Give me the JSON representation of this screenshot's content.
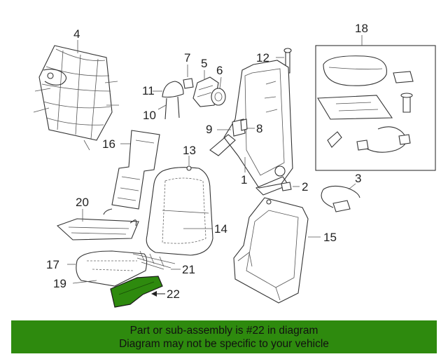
{
  "callouts": {
    "c1": "1",
    "c2": "2",
    "c3": "3",
    "c4": "4",
    "c5": "5",
    "c6": "6",
    "c7": "7",
    "c8": "8",
    "c9": "9",
    "c10": "10",
    "c11": "11",
    "c12": "12",
    "c13": "13",
    "c14": "14",
    "c15": "15",
    "c16": "16",
    "c17": "17",
    "c18": "18",
    "c19": "19",
    "c20": "20",
    "c21": "21",
    "c22": "22"
  },
  "highlight": {
    "part": "22",
    "color": "#2e8a0e"
  },
  "banner": {
    "line1": "Part or sub-assembly is #22 in diagram",
    "line2": "Diagram may not be specific to your vehicle",
    "background": "#2e8a0e"
  }
}
